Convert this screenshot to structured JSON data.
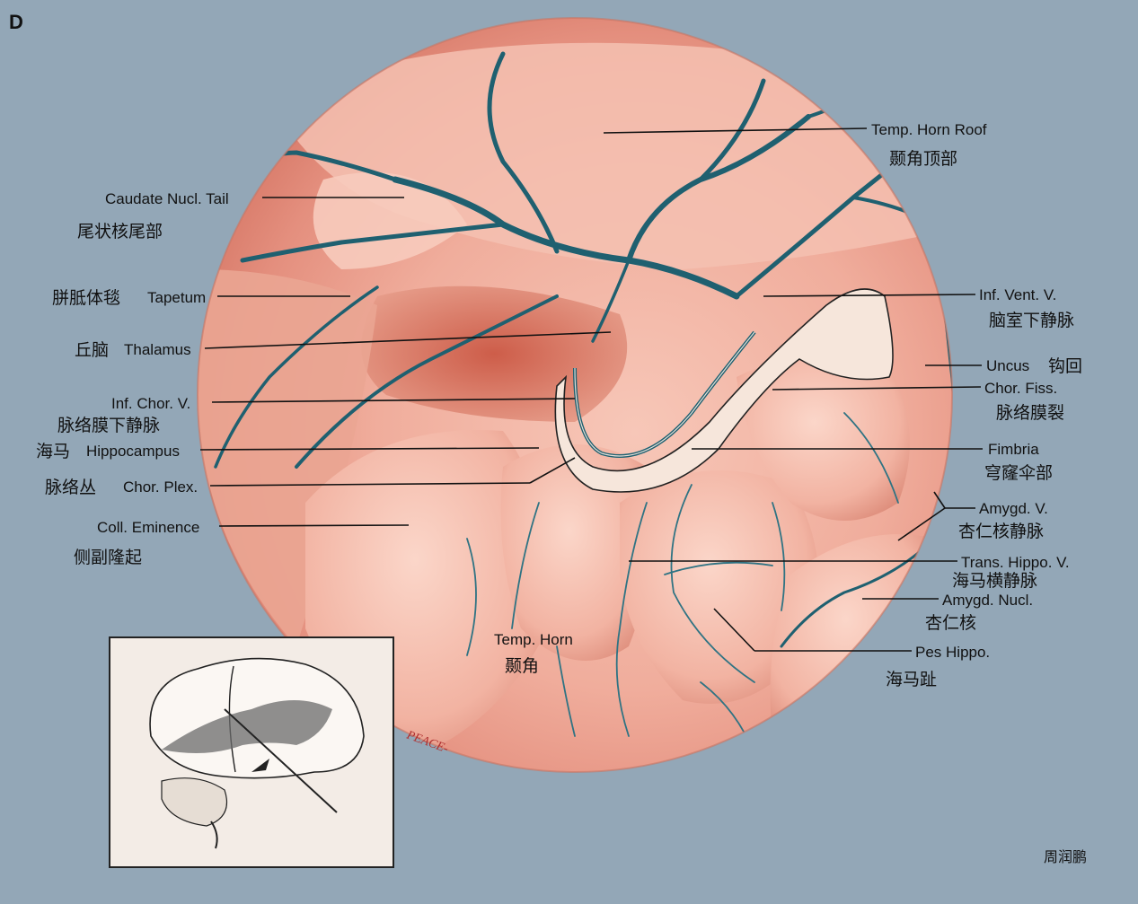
{
  "panel_letter": "D",
  "credit": "周润鹏",
  "signature": "PEACE-",
  "colors": {
    "background": "#93a7b7",
    "tissue": "#f0b4a4",
    "tissue_dark": "#d86f5e",
    "vein": "#1f6070",
    "fimbria": "#f6e6db"
  },
  "labels": {
    "temp_horn_roof": {
      "en": "Temp. Horn Roof",
      "zh": "颞角顶部"
    },
    "caudate_tail": {
      "en": "Caudate Nucl. Tail",
      "zh": "尾状核尾部"
    },
    "tapetum": {
      "en": "Tapetum",
      "zh": "胼胝体毯"
    },
    "thalamus": {
      "en": "Thalamus",
      "zh": "丘脑"
    },
    "inf_chor_v": {
      "en": "Inf. Chor. V.",
      "zh": "脉络膜下静脉"
    },
    "hippocampus": {
      "en": "Hippocampus",
      "zh": "海马"
    },
    "chor_plex": {
      "en": "Chor. Plex.",
      "zh": "脉络丛"
    },
    "coll_eminence": {
      "en": "Coll. Eminence",
      "zh": "侧副隆起"
    },
    "temp_horn": {
      "en": "Temp. Horn",
      "zh": "颞角"
    },
    "inf_vent_v": {
      "en": "Inf. Vent. V.",
      "zh": "脑室下静脉"
    },
    "uncus": {
      "en": "Uncus",
      "zh": "钩回"
    },
    "chor_fiss": {
      "en": "Chor. Fiss.",
      "zh": "脉络膜裂"
    },
    "fimbria": {
      "en": "Fimbria",
      "zh": "穹窿伞部"
    },
    "amygd_v": {
      "en": "Amygd. V.",
      "zh": "杏仁核静脉"
    },
    "trans_hippo_v": {
      "en": "Trans. Hippo. V.",
      "zh": "海马横静脉"
    },
    "amygd_nucl": {
      "en": "Amygd. Nucl.",
      "zh": "杏仁核"
    },
    "pes_hippo": {
      "en": "Pes Hippo.",
      "zh": "海马趾"
    }
  }
}
